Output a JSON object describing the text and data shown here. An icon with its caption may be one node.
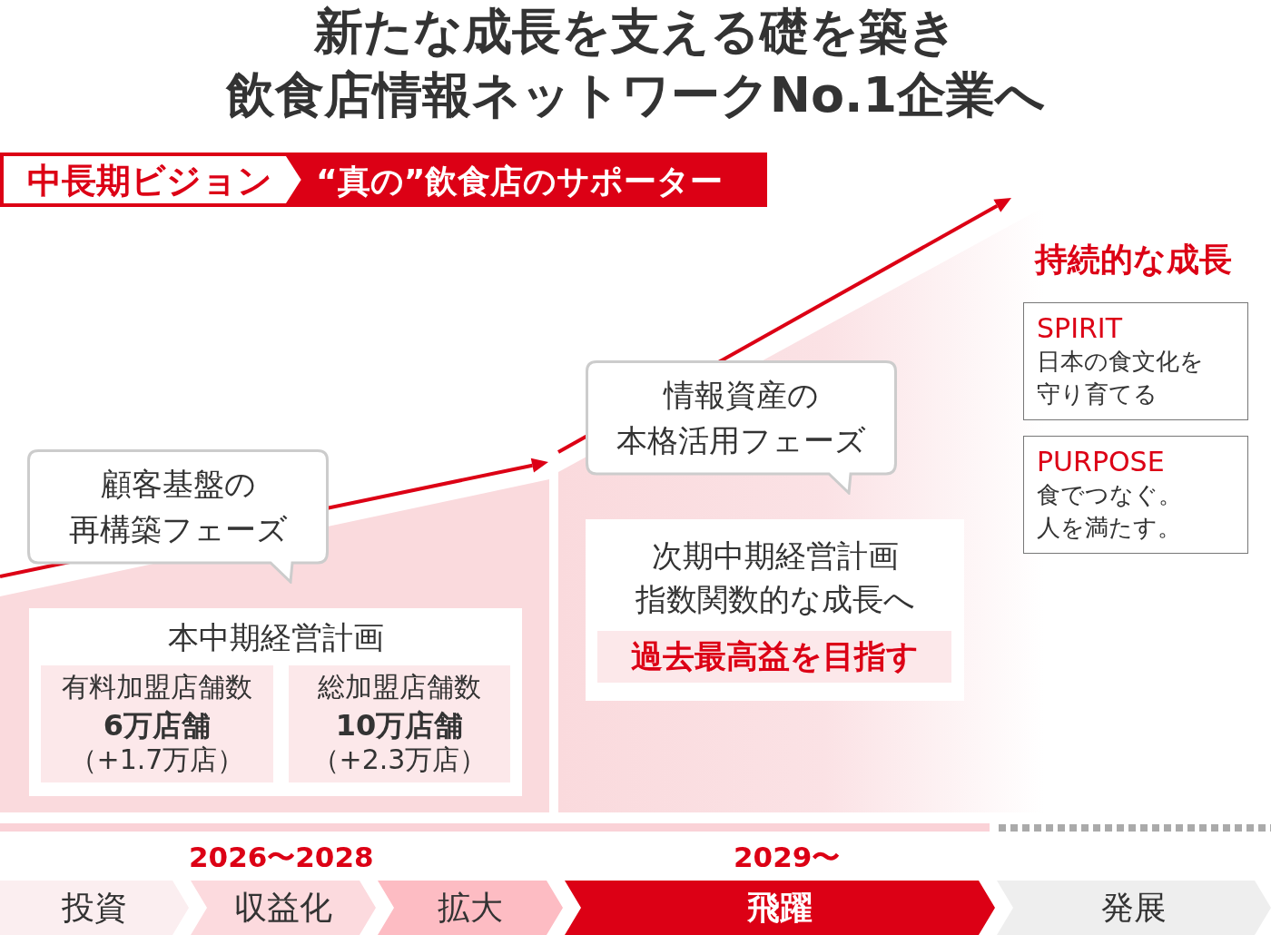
{
  "diagram": {
    "title": "新たな成長を支える礎を築き飲食店情報ネットワークNo.1企業へ",
    "nodes": [
      {
        "text": [
          "中長期ビジョン"
        ]
      },
      {
        "text": [
          "“真の”飲食店のサポーター"
        ]
      },
      {
        "text": [
          "顧客基盤の再構築フェーズ"
        ]
      },
      {
        "text": [
          "本中期経営計画"
        ]
      },
      {
        "text": [
          "有料加盟店舗数",
          "6万店舗",
          "（+1.7万店）"
        ],
        "in": 3
      },
      {
        "text": [
          "総加盟店舗数",
          "10万店舗",
          "（+2.3万店）"
        ],
        "in": 3
      },
      {
        "text": [
          "情報資産の本格活用フェーズ"
        ]
      },
      {
        "text": [
          "次期中期経営計画指数関数的な成長へ"
        ]
      },
      {
        "text": [
          "過去最高益を目指す"
        ],
        "in": 7
      },
      {
        "text": [
          "SPIRIT",
          "日本の食文化を守り育てる"
        ]
      },
      {
        "text": [
          "PURPOSE",
          "食でつなぐ。人を満たす。"
        ]
      },
      {
        "text": [
          "投資"
        ]
      },
      {
        "text": [
          "収益化"
        ]
      },
      {
        "text": [
          "拡大"
        ]
      },
      {
        "text": [
          "飛躍"
        ]
      },
      {
        "text": [
          "発展"
        ]
      }
    ],
    "labels": [
      "持続的な成長",
      "2026〜2028",
      "2029〜"
    ]
  }
}
